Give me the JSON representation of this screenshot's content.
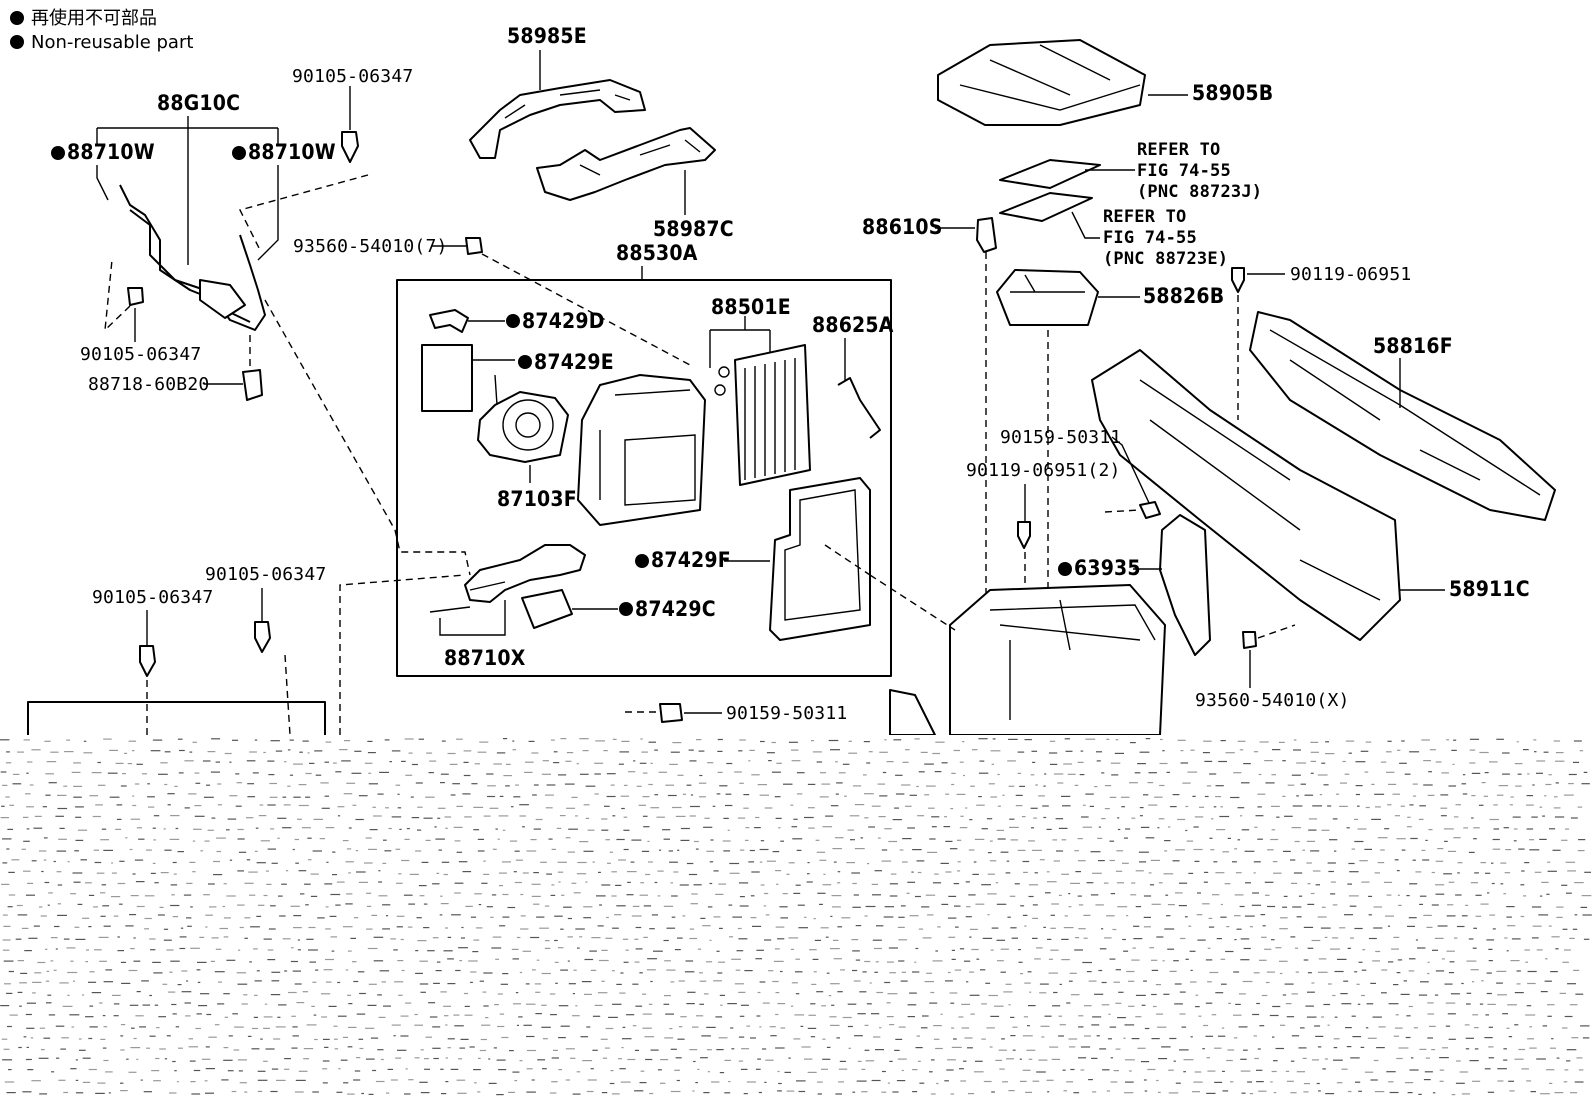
{
  "legend": {
    "line1": "再使用不可部品",
    "line2": "Non-reusable part"
  },
  "callouts": {
    "p58985E": "58985E",
    "p58987C": "58987C",
    "p58905B": "58905B",
    "p88G10C": "88G10C",
    "p88710W_left": "88710W",
    "p88710W_right": "88710W",
    "p90105_top": "90105-06347",
    "p90105_mid": "90105-06347",
    "p90105_lowleft": "90105-06347",
    "p90105_lowright": "90105-06347",
    "p88718": "88718-60B20",
    "p93560_7": "93560-54010(7)",
    "p88530A": "88530A",
    "p87429D": "87429D",
    "p87429E": "87429E",
    "p88501E": "88501E",
    "p88625A": "88625A",
    "p87103F": "87103F",
    "p87429F": "87429F",
    "p87429C": "87429C",
    "p88710X": "88710X",
    "p88610S": "88610S",
    "refer1_l1": "REFER TO",
    "refer1_l2": "FIG 74-55",
    "refer1_l3": "(PNC 88723J)",
    "refer2_l1": "REFER TO",
    "refer2_l2": "FIG 74-55",
    "refer2_l3": "(PNC 88723E)",
    "p90119_top": "90119-06951",
    "p58826B": "58826B",
    "p58816F": "58816F",
    "p90159_right": "90159-50311",
    "p90119_2": "90119-06951(2)",
    "p63935": "63935",
    "p58911C": "58911C",
    "p93560_X": "93560-54010(X)",
    "p90159_bottom": "90159-50311"
  }
}
